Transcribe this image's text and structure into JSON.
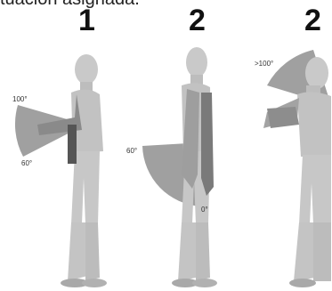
{
  "header": {
    "caption": "tuación asignada."
  },
  "panels": [
    {
      "label": "1",
      "angle_top": "100°",
      "angle_bottom": "60°"
    },
    {
      "label": "2",
      "angle_left": "60°",
      "angle_bottom": "0°"
    },
    {
      "label": "2",
      "angle_top": ">100°"
    }
  ],
  "colors": {
    "sector": "#8f8f8f",
    "figure": "#c9c9c9",
    "figure_shade": "#9a9a9a"
  }
}
